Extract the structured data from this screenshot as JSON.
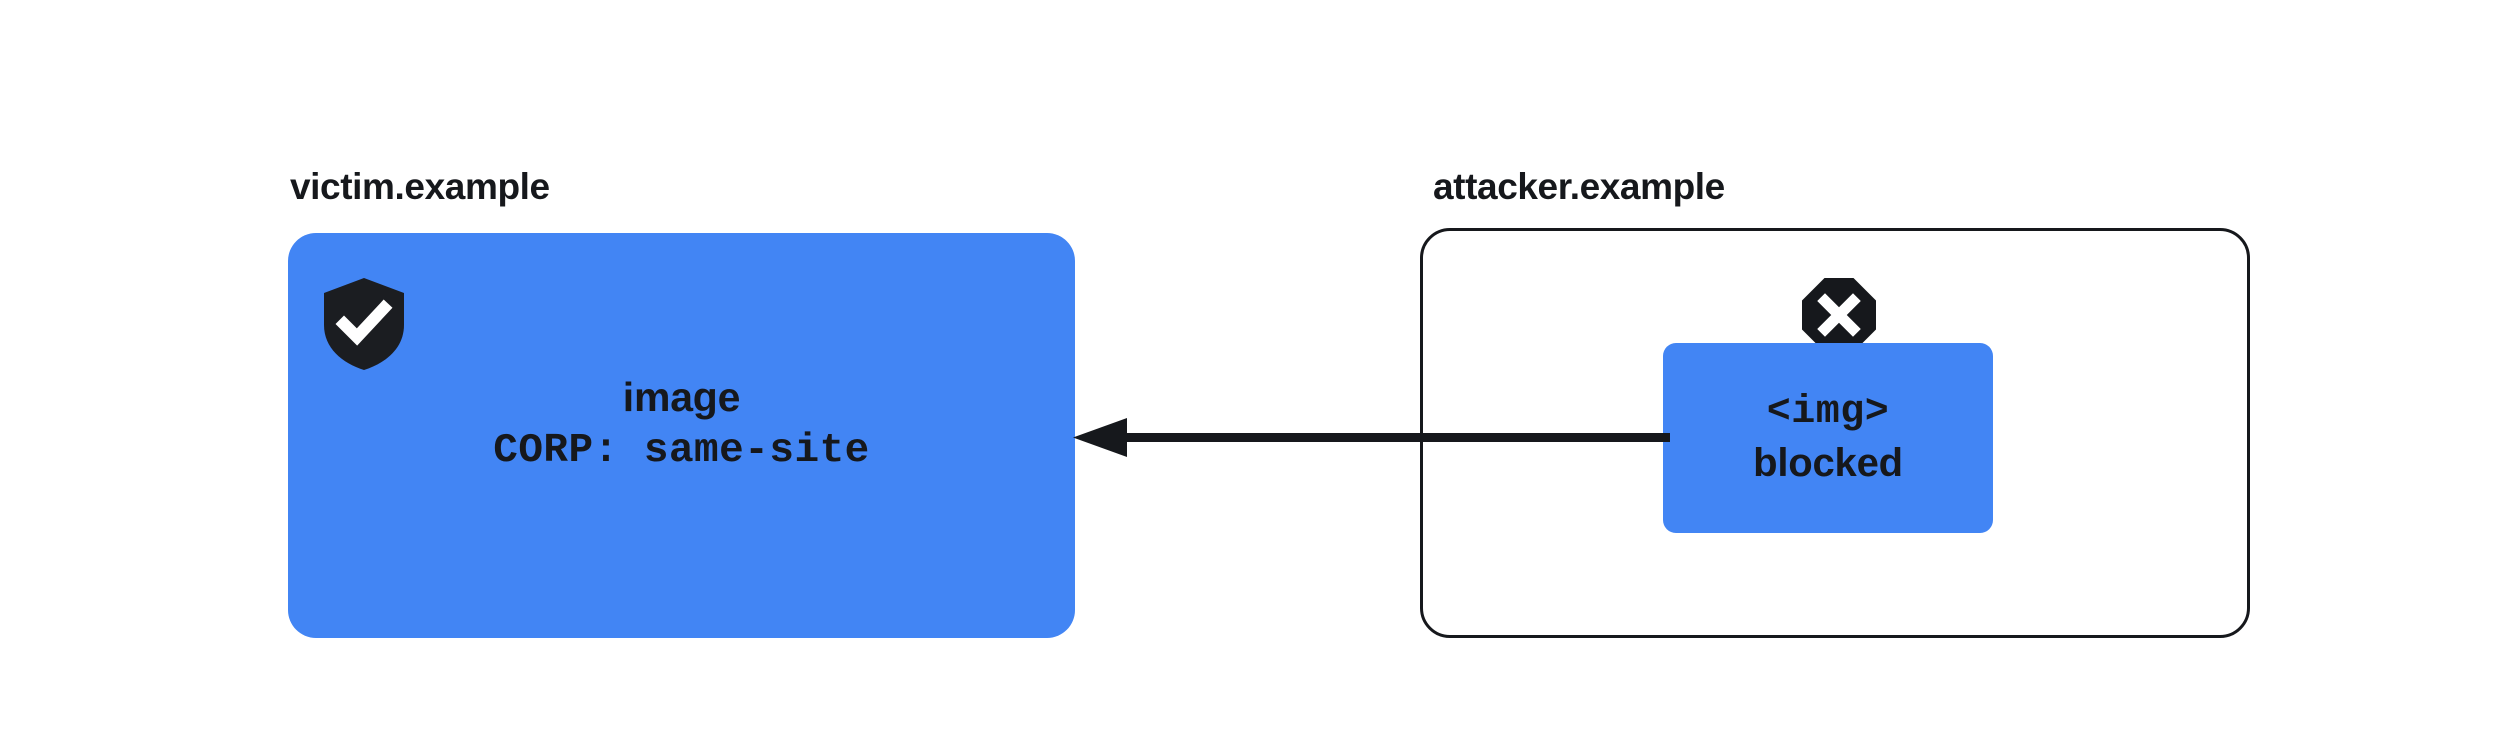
{
  "diagram": {
    "title": "Cross-Origin Resource Policy same-site blocking",
    "background_color": "#ffffff",
    "accent_color": "#4285f4",
    "ink_color": "#16181c"
  },
  "victim": {
    "label": "victim.example",
    "panel_style": "filled",
    "panel_color": "#4285f4",
    "shield_icon": "shield-check-icon",
    "resource_name": "image",
    "resource_header": "CORP: same-site"
  },
  "attacker": {
    "label": "attacker.example",
    "panel_style": "outlined",
    "panel_border_color": "#16181c",
    "blocked_icon": "octagon-x-icon",
    "request_tag": "<img>",
    "request_status": "blocked",
    "request_box_color": "#4285f4"
  },
  "arrow": {
    "name": "blocked-request-arrow",
    "direction": "right-to-left",
    "from": "attacker.example",
    "to": "victim.example",
    "color": "#16181c"
  }
}
